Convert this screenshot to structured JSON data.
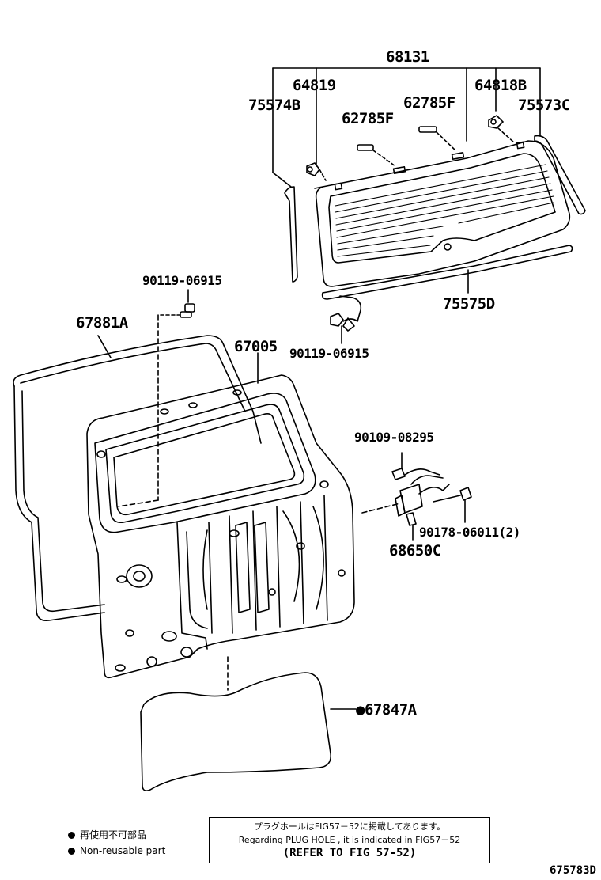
{
  "parts": {
    "p68131": "68131",
    "p64819": "64819",
    "p64818B": "64818B",
    "p75574B": "75574B",
    "p62785F_a": "62785F",
    "p62785F_b": "62785F",
    "p75573C": "75573C",
    "p90119_top": "90119-06915",
    "p67881A": "67881A",
    "p67005": "67005",
    "p90119_bottom": "90119-06915",
    "p75575D": "75575D",
    "p90109": "90109-08295",
    "p90178": "90178-06011(2)",
    "p68650C": "68650C",
    "p67847A": "●67847A"
  },
  "legend": {
    "jp": "再使用不可部品",
    "en": "Non-reusable part"
  },
  "note": {
    "line1": "プラグホールはFIG57－52に掲載してあります。",
    "line2": "Regarding PLUG HOLE , it is indicated in FIG57－52",
    "line3": "(REFER TO FIG 57-52)"
  },
  "figure_code": "675783D"
}
